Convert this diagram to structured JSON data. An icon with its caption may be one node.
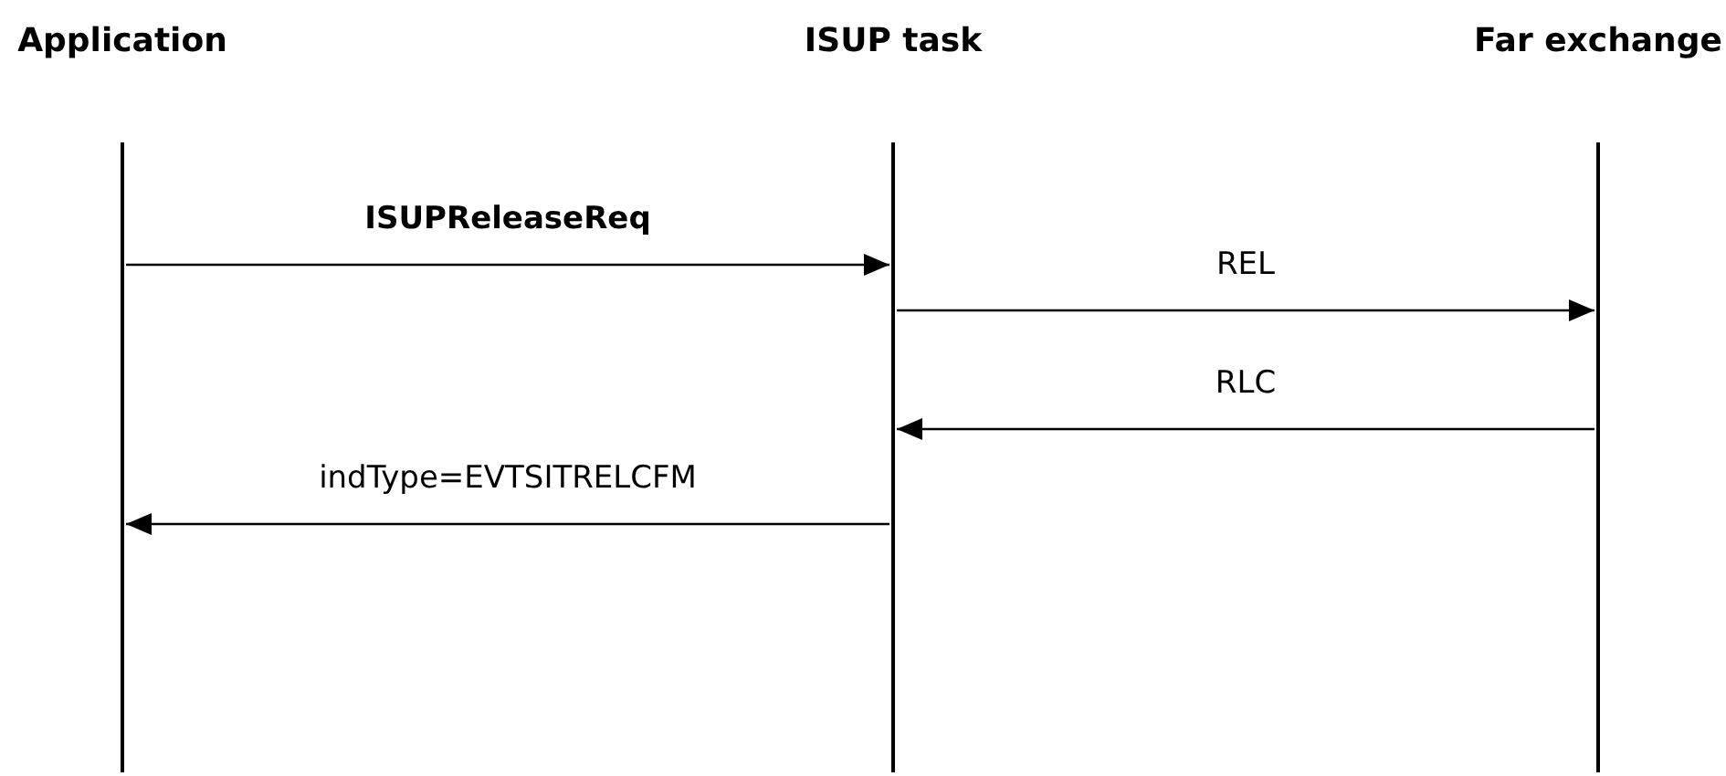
{
  "diagram": {
    "nodes": [
      {
        "text": [
          "Application"
        ]
      },
      {
        "text": [
          "ISUP task"
        ]
      },
      {
        "text": [
          "Far exchange"
        ]
      }
    ],
    "edges": [
      {
        "from": 0,
        "to": 1,
        "arrow": "to",
        "label": "ISUPReleaseReq"
      },
      {
        "from": 1,
        "to": 2,
        "arrow": "to",
        "label": "REL"
      },
      {
        "from": 2,
        "to": 1,
        "arrow": "to",
        "label": "RLC"
      },
      {
        "from": 1,
        "to": 0,
        "arrow": "to",
        "label": "indType=EVTSITRELCFM"
      }
    ]
  }
}
